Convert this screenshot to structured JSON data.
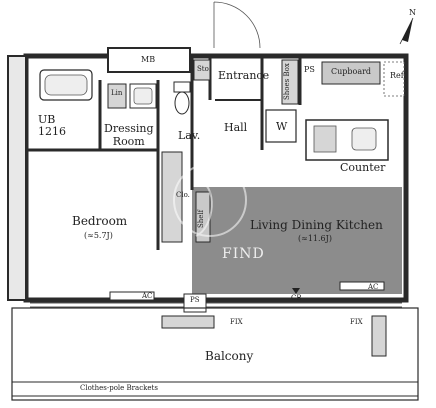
{
  "rooms": {
    "mb": "MB",
    "sto": "Sto.",
    "entrance": "Entrance",
    "shoes_box": "Shoes Box",
    "ps_top": "PS",
    "cupboard": "Cupboard",
    "ref": "Ref",
    "ub": "UB\n1216",
    "dressing_room": "Dressing\nRoom",
    "lav": "Lav.",
    "hall": "Hall",
    "washer": "W",
    "counter": "Counter",
    "clo": "Clo.",
    "shelf": "Shelf",
    "bedroom": "Bedroom",
    "bedroom_area": "(≈5.7J)",
    "ldk": "Living Dining Kitchen",
    "ldk_area": "(≈11.6J)",
    "ac_left": "AC",
    "ac_right": "AC",
    "ps_bottom": "PS",
    "cb": "CB",
    "fix_left": "FIX",
    "fix_right": "FIX",
    "balcony": "Balcony",
    "clothes_pole": "Clothes-pole Brackets"
  },
  "compass": {
    "north": "N"
  },
  "watermark": {
    "text": "FIND"
  },
  "colors": {
    "wall": "#2a2a2a",
    "ldk_fill": "#8c8c8c",
    "fixture_fill": "#d6d6d6",
    "cupboard_fill": "#c9c9c9"
  }
}
